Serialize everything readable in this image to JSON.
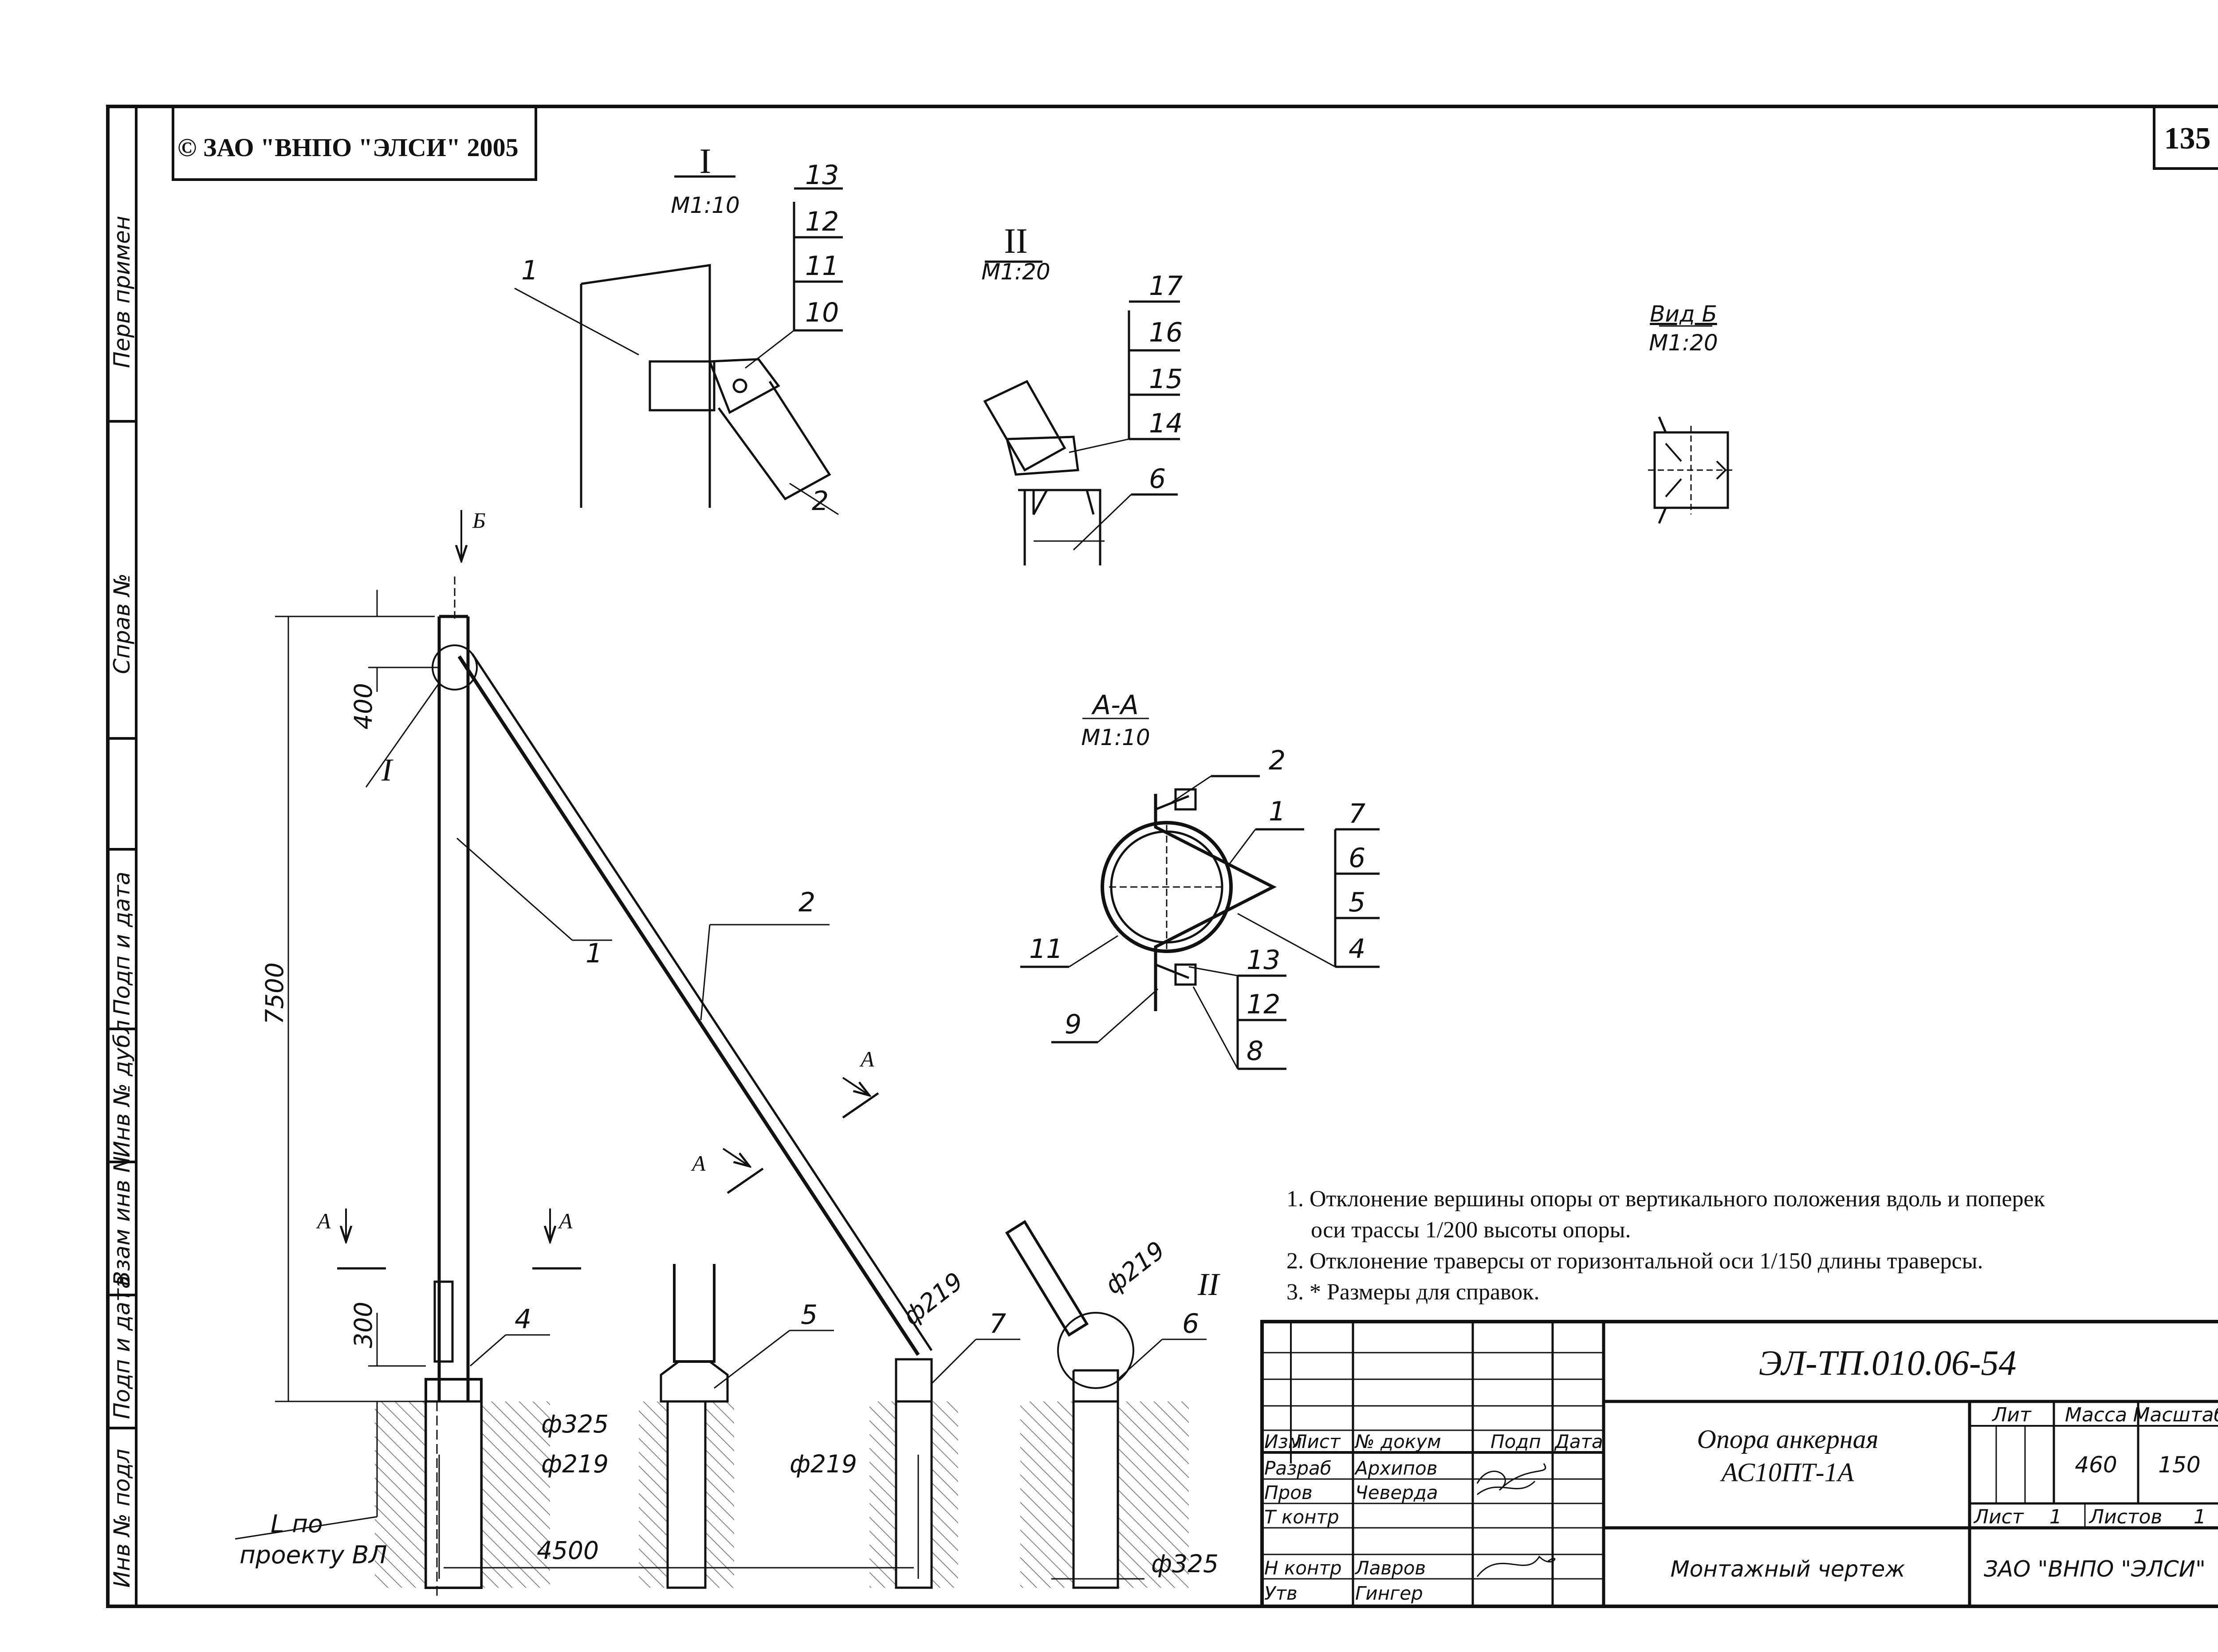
{
  "copyright": "© ЗАО \"ВНПО \"ЭЛСИ\" 2005",
  "page_number": "135",
  "side_stamp": {
    "perv_primen": "Перв примен",
    "sprav_no": "Справ №",
    "podp_i_data_top": "Подп и дата",
    "inv_no_dubl": "Инв № дубл",
    "vzam_inv_no": "Взам инв N",
    "podp_i_data_bottom": "Подп и дата",
    "inv_no_podl": "Инв № подл"
  },
  "detail_I": {
    "title": "I",
    "scale": "М1:10",
    "callouts": [
      "1",
      "2",
      "10",
      "11",
      "12",
      "13"
    ]
  },
  "detail_II": {
    "title": "II",
    "scale": "М1:20",
    "callouts": [
      "6",
      "14",
      "15",
      "16",
      "17"
    ]
  },
  "view_B": {
    "title": "Вид Б",
    "scale": "М1:20"
  },
  "section_AA": {
    "title": "А-А",
    "scale": "М1:10",
    "callouts": [
      "1",
      "2",
      "4",
      "5",
      "6",
      "7",
      "8",
      "9",
      "11",
      "12",
      "13"
    ]
  },
  "main_view": {
    "view_arrow_label": "Б",
    "detail_I_marker": "I",
    "detail_II_marker": "II",
    "section_letter": "А",
    "dimensions": {
      "top_offset": "400",
      "height": "7500",
      "base_offset": "300",
      "span": "4500",
      "pipe_d325_a": "ф325",
      "pipe_d219_a": "ф219",
      "pipe_d219_b": "ф219",
      "pipe_d219_c": "ф219",
      "pipe_d219_d": "ф219",
      "pipe_d325_b": "ф325",
      "depth_label_line1": "L по",
      "depth_label_line2": "проекту ВЛ"
    },
    "callouts": {
      "pole": "1",
      "strut": "2",
      "foundation_main": "4",
      "foundation_var": "5",
      "foundation_strut": "7",
      "foundation_strut_var": "6"
    }
  },
  "notes": [
    "1. Отклонение вершины опоры от вертикального положения вдоль и поперек",
    "оси трассы 1/200 высоты опоры.",
    "2. Отклонение траверсы от горизонтальной оси 1/150 длины траверсы.",
    "3. * Размеры для справок."
  ],
  "title_block": {
    "designation": "ЭЛ-ТП.010.06-54",
    "name_line1": "Опора анкерная",
    "name_line2": "АС10ПТ-1А",
    "doc_type": "Монтажный чертеж",
    "organization": "ЗАО \"ВНПО \"ЭЛСИ\"",
    "col_izm": "Изм",
    "col_list": "Лист",
    "col_doc": "№ докум",
    "col_podp": "Подп",
    "col_date": "Дата",
    "rows": [
      {
        "role": "Разраб",
        "name": "Архипов"
      },
      {
        "role": "Пров",
        "name": "Чеверда"
      },
      {
        "role": "Т контр",
        "name": ""
      },
      {
        "role": "Н контр",
        "name": "Лавров"
      },
      {
        "role": "Утв",
        "name": "Гингер"
      }
    ],
    "lit_label": "Лит",
    "mass_label": "Масса",
    "scale_label": "Масштаб",
    "mass": "460",
    "scale": "150",
    "sheet_label": "Лист",
    "sheet": "1",
    "sheets_label": "Листов",
    "sheets": "1"
  }
}
